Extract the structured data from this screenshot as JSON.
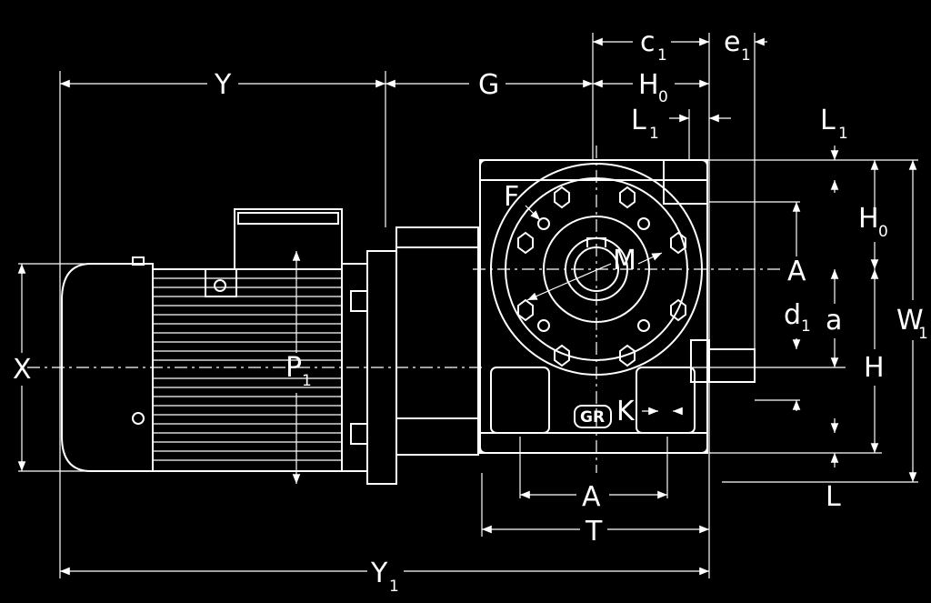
{
  "dimensions": {
    "Y": "Y",
    "G": "G",
    "c": {
      "main": "c",
      "sub": "1"
    },
    "e": {
      "main": "e",
      "sub": "1"
    },
    "H0_top": {
      "main": "H",
      "sub": "0"
    },
    "L1_left": {
      "main": "L",
      "sub": "1"
    },
    "L1_right": {
      "main": "L",
      "sub": "1"
    },
    "H0_right": {
      "main": "H",
      "sub": "0"
    },
    "F": "F",
    "M": "M",
    "A_right": "A",
    "d1": {
      "main": "d",
      "sub": "1"
    },
    "a": "a",
    "W1": {
      "main": "W",
      "sub": "1"
    },
    "H": "H",
    "X": "X",
    "P1": {
      "main": "P",
      "sub": "1"
    },
    "K": "K",
    "L": "L",
    "A_bottom": "A",
    "T": "T",
    "Y1": {
      "main": "Y",
      "sub": "1"
    }
  },
  "logo": "GR"
}
